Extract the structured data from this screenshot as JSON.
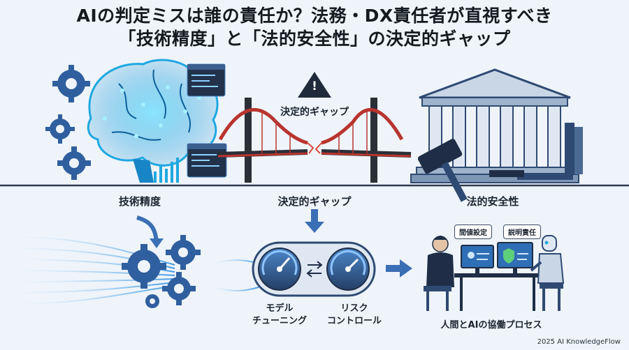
{
  "title": {
    "line1": "AIの判定ミスは誰の責任か？法務・DX責任者が直視すべき",
    "line2": "「技術精度」と「法的安全性」の決定的ギャップ"
  },
  "top": {
    "gap_label": "決定的ギャップ",
    "warning_mark": "!"
  },
  "labels": {
    "tech": "技術精度",
    "gap": "決定的ギャップ",
    "legal": "法的安全性"
  },
  "bottom": {
    "tuning_line1": "モデル",
    "tuning_line2": "チューニング",
    "risk_line1": "リスク",
    "risk_line2": "コントロール",
    "bubble_values": "間値設定",
    "bubble_accountability": "説明責任",
    "collab": "人間とAIの協働プロセス"
  },
  "credit": "2025 AI KnowledgeFlow",
  "colors": {
    "brain": "#1fa8e0",
    "bridge": "#b8342e",
    "steel": "#2f4a72",
    "arrow": "#3b6fb5"
  }
}
